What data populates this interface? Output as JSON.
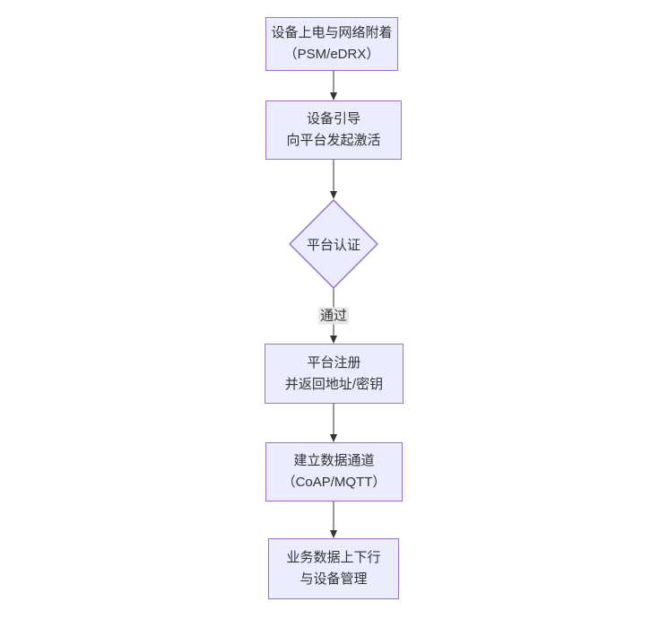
{
  "diagram": {
    "type": "flowchart-top-down",
    "nodes": {
      "power": {
        "line1": "设备上电与网络附着",
        "line2": "（PSM/eDRX）",
        "shape": "rect"
      },
      "boot": {
        "line1": "设备引导",
        "line2": "向平台发起激活",
        "shape": "rect"
      },
      "auth": {
        "label": "平台认证",
        "shape": "diamond"
      },
      "register": {
        "line1": "平台注册",
        "line2": "并返回地址/密钥",
        "shape": "rect"
      },
      "channel": {
        "line1": "建立数据通道",
        "line2": "（CoAP/MQTT）",
        "shape": "rect"
      },
      "business": {
        "line1": "业务数据上下行",
        "line2": "与设备管理",
        "shape": "rect"
      }
    },
    "edges": {
      "pass_label": "通过"
    },
    "colors": {
      "node_fill": "#ECECFF",
      "node_border": "#9370DB",
      "text": "#333333",
      "arrow": "#333333",
      "edge_label_bg": "#e8e8e8",
      "background": "#ffffff"
    }
  }
}
